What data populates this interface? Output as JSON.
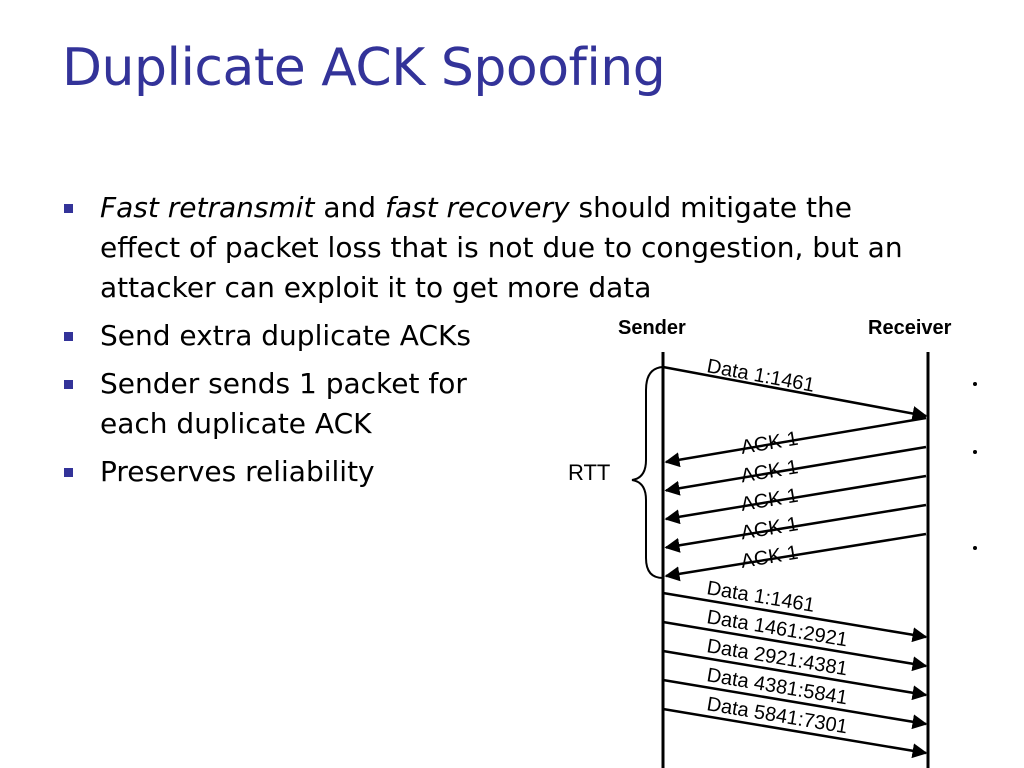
{
  "slide": {
    "title": "Duplicate ACK Spoofing"
  },
  "bullets": [
    {
      "parts": [
        {
          "text": "Fast retransmit",
          "italic": true
        },
        {
          "text": " and ",
          "italic": false
        },
        {
          "text": "fast recovery",
          "italic": true
        },
        {
          "text": " should mitigate the effect of packet loss that is not due to congestion, but an attacker can exploit it to get more data",
          "italic": false
        }
      ]
    },
    {
      "text": "Send extra duplicate ACKs"
    },
    {
      "text": "Sender sends 1 packet for each duplicate ACK"
    },
    {
      "text": "Preserves reliability"
    }
  ],
  "diagram": {
    "sender_label": "Sender",
    "receiver_label": "Receiver",
    "rtt_label": "RTT",
    "first_data": "Data 1:1461",
    "acks": [
      "ACK 1",
      "ACK 1",
      "ACK 1",
      "ACK 1",
      "ACK 1"
    ],
    "data_burst": [
      "Data 1:1461",
      "Data 1461:2921",
      "Data 2921:4381",
      "Data 4381:5841",
      "Data 5841:7301"
    ]
  }
}
